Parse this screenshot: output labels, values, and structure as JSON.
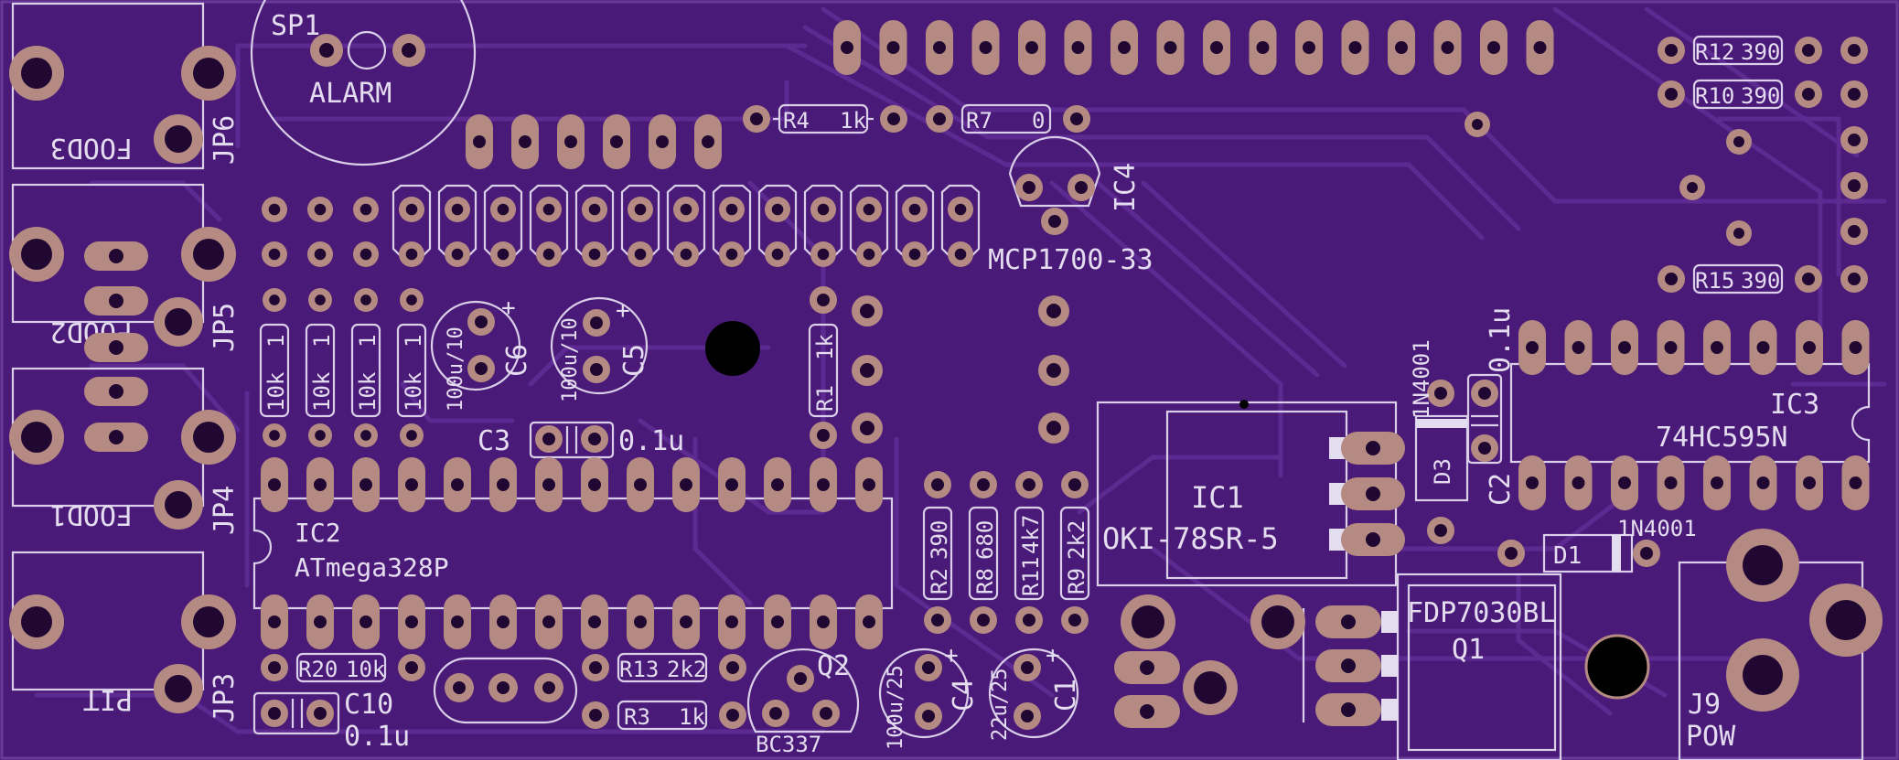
{
  "board": {
    "background": "#4a1a78",
    "trace_color": "#5d2a92",
    "pad_color": "#b58a82",
    "silk_color": "#e4dcef",
    "drill_color": "#200832"
  },
  "labels": {
    "sp1": "SP1",
    "alarm": "ALARM",
    "jp6": "JP6",
    "jp5": "JP5",
    "jp4": "JP4",
    "jp3": "JP3",
    "food3": "FOOD3",
    "food2": "FOOD2",
    "food1": "FOOD1",
    "pit": "PIT",
    "r4": "R4",
    "r4v": "1k",
    "r7": "R7",
    "r7v": "0",
    "r12": "R12",
    "r12v": "390",
    "r10": "R10",
    "r10v": "390",
    "r15": "R15",
    "r15v": "390",
    "ic4": "IC4",
    "mcp": "MCP1700-33",
    "r10k": "10k",
    "r1k": "1",
    "c6": "C6",
    "c6v": "100u/10",
    "c5": "C5",
    "c5v": "100u/10",
    "r1": "R1",
    "r1v": "1k",
    "c3": "C3",
    "c3v": "0.1u",
    "d3": "D3",
    "d3part": "1N4001",
    "c2": "C2",
    "c2v": "0.1u",
    "ic3": "IC3",
    "ic3v": "74HC595N",
    "ic2": "IC2",
    "ic2v": "ATmega328P",
    "ic1": "IC1",
    "ic1v": "OKI-78SR-5",
    "r2": "R2",
    "r2v": "390",
    "r8": "R8",
    "r8v": "680",
    "r11": "R11",
    "r11v": "4k7",
    "r9": "R9",
    "r9v": "2k2",
    "d1": "D1",
    "d1part": "1N4001",
    "fdp": "FDP7030BL",
    "q1": "Q1",
    "r20": "R20",
    "r20v": "10k",
    "r13": "R13",
    "r13v": "2k2",
    "r3": "R3",
    "r3v": "1k",
    "q2": "Q2",
    "q2v": "BC337",
    "c4": "C4",
    "c4v": "100u/25",
    "c1": "C1",
    "c1v": "22u/25",
    "c10": "C10",
    "c10v": "0.1u",
    "j9": "J9",
    "pow": "POW"
  }
}
